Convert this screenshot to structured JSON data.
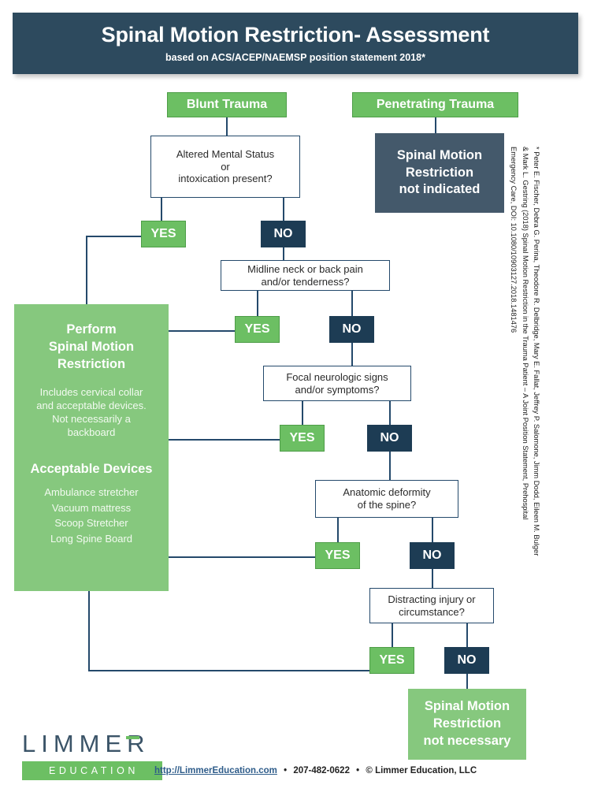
{
  "header": {
    "title": "Spinal Motion Restriction- Assessment",
    "subtitle": "based on ACS/ACEP/NAEMSP position statement 2018*"
  },
  "colors": {
    "header_bg": "#2d4a5e",
    "green": "#6cbf63",
    "green_light": "#86c87e",
    "navy": "#1d3c54",
    "slate": "#44596b",
    "line": "#24496b"
  },
  "flow": {
    "blunt_trauma": "Blunt Trauma",
    "penetrating_trauma": "Penetrating Trauma",
    "not_indicated": "Spinal Motion\nRestriction\nnot  indicated",
    "q1": "Altered Mental Status\nor\nintoxication present?",
    "q2": "Midline neck or back pain\nand/or tenderness?",
    "q3": "Focal neurologic signs\nand/or symptoms?",
    "q4": "Anatomic deformity\nof the spine?",
    "q5": "Distracting injury or\ncircumstance?",
    "yes": "YES",
    "no": "NO",
    "not_necessary": "Spinal Motion\nRestriction\nnot necessary"
  },
  "perform_panel": {
    "title": "Perform\nSpinal Motion\nRestriction",
    "note": "Includes cervical collar\nand acceptable devices.\nNot necessarily a\nbackboard",
    "devices_title": "Acceptable Devices",
    "devices": "Ambulance stretcher\nVacuum mattress\nScoop Stretcher\nLong Spine Board"
  },
  "citation": "* Peter E. Fischer, Debra G. Perina, Theodore R. Delbridge, Mary E. Fallat, Jeffrey P. Salomone, Jimm Dodd, Eileen M. Bulger & Mark L. Gestring (2018) Spinal Motion Restriction in the Trauma Patient – A Joint Position Statement, Prehospital Emergency Care, DOI: 10.1080/10903127.2018.1481476",
  "footer": {
    "logo_main": "LIMMER",
    "logo_sub": "EDUCATION",
    "url": "http://LimmerEducation.com",
    "phone": "207-482-0622",
    "copyright": "© Limmer Education, LLC",
    "separator": "•"
  }
}
